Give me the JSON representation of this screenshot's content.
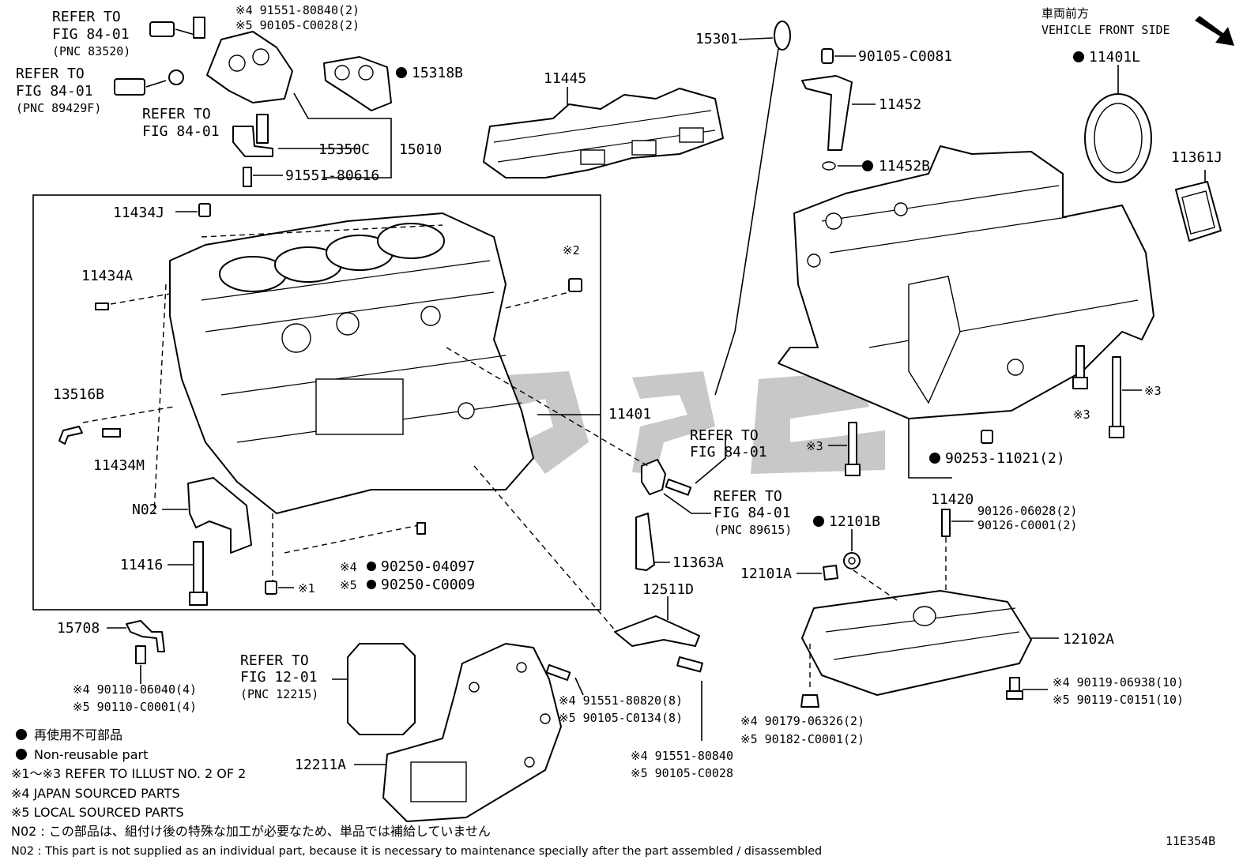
{
  "header": {
    "direction_jp": "車両前方",
    "direction_en": "VEHICLE FRONT SIDE",
    "illustration_code": "11E354B"
  },
  "labels": {
    "refer_84_01_a": "REFER TO",
    "refer_84_01_a2": "FIG 84-01",
    "refer_84_01_a3": "(PNC 83520)",
    "refer_84_01_b": "REFER TO",
    "refer_84_01_b2": "FIG 84-01",
    "refer_84_01_b3": "(PNC 89429F)",
    "refer_84_01_c": "REFER TO",
    "refer_84_01_c2": "FIG 84-01",
    "bolt_top_4": "※4 91551-80840(2)",
    "bolt_top_5": "※5 90105-C0028(2)",
    "p15318B": "15318B",
    "p15350C": "15350C",
    "p15010": "15010",
    "p91551_80616": "91551-80616",
    "p11445": "11445",
    "p15301": "15301",
    "p90105_C0081": "90105-C0081",
    "p11452": "11452",
    "p11452B": "11452B",
    "p11401L": "11401L",
    "p11361J": "11361J",
    "p11434J": "11434J",
    "p11434A": "11434A",
    "mark2": "※2",
    "p13516B": "13516B",
    "p11434M": "11434M",
    "p11401": "11401",
    "refer_84_01_d": "REFER TO",
    "refer_84_01_d2": "FIG 84-01",
    "refer_84_01_e": "REFER TO",
    "refer_84_01_e2": "FIG 84-01",
    "refer_84_01_e3": "(PNC 89615)",
    "pN02": "N02",
    "p11416": "11416",
    "mark1": "※1",
    "pin_4": "※4",
    "pin_4_num": "90250-04097",
    "pin_5": "※5",
    "pin_5_num": "90250-C0009",
    "p11363A": "11363A",
    "mark3_a": "※3",
    "mark3_b": "※3",
    "mark3_c": "※3",
    "p90253": "90253-11021(2)",
    "p11420": "11420",
    "stud_a": "90126-06028(2)",
    "stud_b": "90126-C0001(2)",
    "p12101B": "12101B",
    "p12101A": "12101A",
    "p12511D": "12511D",
    "p15708": "15708",
    "bolt_15708_4": "※4 90110-06040(4)",
    "bolt_15708_5": "※5 90110-C0001(4)",
    "refer_12_01": "REFER TO",
    "refer_12_01_2": "FIG 12-01",
    "refer_12_01_3": "(PNC 12215)",
    "bolt_cover_4": "※4 91551-80820(8)",
    "bolt_cover_5": "※5 90105-C0134(8)",
    "bolt_cover2_4": "※4 91551-80840",
    "bolt_cover2_5": "※5 90105-C0028",
    "p12211A": "12211A",
    "p12102A": "12102A",
    "pan_bolt_4": "※4 90119-06938(10)",
    "pan_bolt_5": "※5 90119-C0151(10)",
    "drain_4": "※4 90179-06326(2)",
    "drain_5": "※5 90182-C0001(2)"
  },
  "legend": {
    "non_reusable_jp": "再使用不可部品",
    "non_reusable_en": "Non-reusable part",
    "note1": "※1～※3 REFER TO ILLUST NO. 2 OF 2",
    "note4": "※4 JAPAN SOURCED PARTS",
    "note5": "※5 LOCAL SOURCED PARTS",
    "n02_jp": "N02 : この部品は、組付け後の特殊な加工が必要なため、単品では補給していません",
    "n02_en": "N02 : This part is not supplied as an individual part, because it is necessary to maintenance specially after the part assembled / disassembled"
  }
}
